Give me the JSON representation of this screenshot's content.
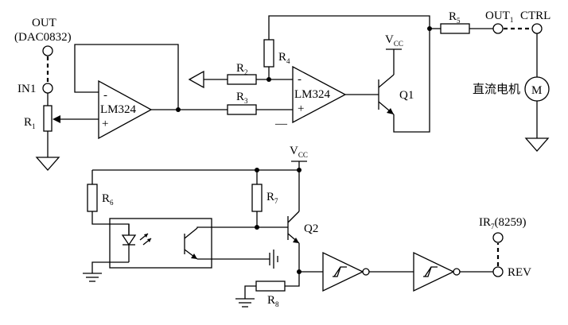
{
  "terminals": {
    "out_dac": {
      "line1": "OUT",
      "line2": "(DAC0832)"
    },
    "in1": "IN1",
    "out1": {
      "main": "OUT",
      "sub": "1"
    },
    "ctrl": "CTRL",
    "ir7": {
      "main": "IR",
      "sub": "7",
      "suffix": "(8259)"
    },
    "rev": "REV"
  },
  "components": {
    "opamp1": {
      "name": "LM324",
      "minus": "-",
      "plus": "+"
    },
    "opamp2": {
      "name": "LM324",
      "minus": "-",
      "plus": "+"
    },
    "r1": {
      "main": "R",
      "sub": "1"
    },
    "r2": {
      "main": "R",
      "sub": "2"
    },
    "r3": {
      "main": "R",
      "sub": "3"
    },
    "r4": {
      "main": "R",
      "sub": "4"
    },
    "r5": {
      "main": "R",
      "sub": "5"
    },
    "r6": {
      "main": "R",
      "sub": "6"
    },
    "r7": {
      "main": "R",
      "sub": "7"
    },
    "r8": {
      "main": "R",
      "sub": "8"
    },
    "q1": "Q1",
    "q2": "Q2",
    "vcc1": {
      "main": "V",
      "sub": "CC"
    },
    "vcc2": {
      "main": "V",
      "sub": "CC"
    },
    "motor": {
      "label": "直流电机",
      "symbol": "M"
    },
    "minus_mark": "—"
  }
}
